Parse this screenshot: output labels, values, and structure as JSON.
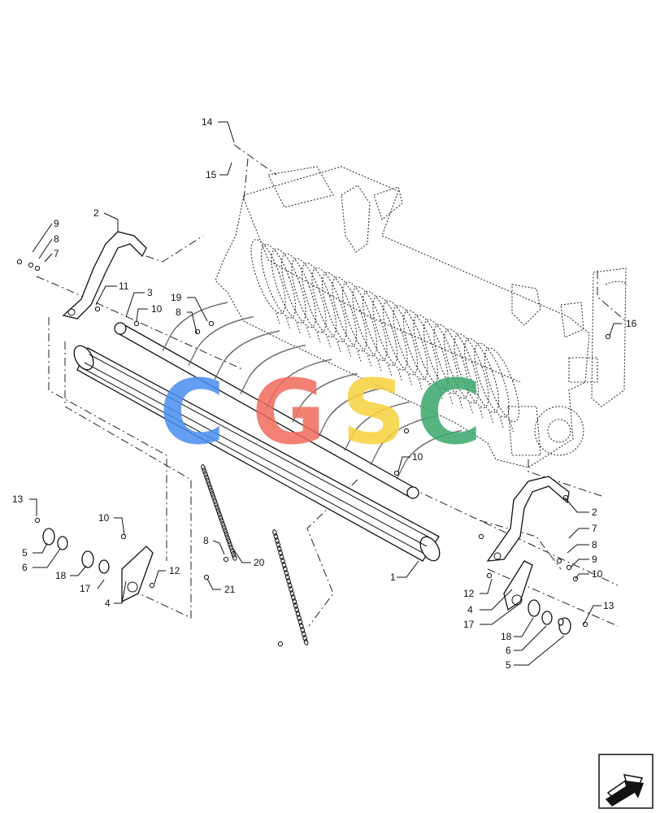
{
  "diagram": {
    "callouts": [
      {
        "id": "c14a",
        "text": "14"
      },
      {
        "id": "c15",
        "text": "15"
      },
      {
        "id": "c9a",
        "text": "9"
      },
      {
        "id": "c8a",
        "text": "8"
      },
      {
        "id": "c7a",
        "text": "7"
      },
      {
        "id": "c2a",
        "text": "2"
      },
      {
        "id": "c11",
        "text": "11"
      },
      {
        "id": "c3",
        "text": "3"
      },
      {
        "id": "c10a",
        "text": "10"
      },
      {
        "id": "c19",
        "text": "19"
      },
      {
        "id": "c8b",
        "text": "8"
      },
      {
        "id": "c16",
        "text": "16"
      },
      {
        "id": "c10b",
        "text": "10"
      },
      {
        "id": "c13a",
        "text": "13"
      },
      {
        "id": "c10c",
        "text": "10"
      },
      {
        "id": "c5a",
        "text": "5"
      },
      {
        "id": "c6a",
        "text": "6"
      },
      {
        "id": "c18a",
        "text": "18"
      },
      {
        "id": "c17a",
        "text": "17"
      },
      {
        "id": "c4a",
        "text": "4"
      },
      {
        "id": "c12a",
        "text": "12"
      },
      {
        "id": "c8c",
        "text": "8"
      },
      {
        "id": "c20",
        "text": "20"
      },
      {
        "id": "c21",
        "text": "21"
      },
      {
        "id": "c1",
        "text": "1"
      },
      {
        "id": "c2b",
        "text": "2"
      },
      {
        "id": "c7b",
        "text": "7"
      },
      {
        "id": "c8d",
        "text": "8"
      },
      {
        "id": "c9b",
        "text": "9"
      },
      {
        "id": "c10d",
        "text": "10"
      },
      {
        "id": "c12b",
        "text": "12"
      },
      {
        "id": "c4b",
        "text": "4"
      },
      {
        "id": "c17b",
        "text": "17"
      },
      {
        "id": "c13b",
        "text": "13"
      },
      {
        "id": "c18b",
        "text": "18"
      },
      {
        "id": "c6b",
        "text": "6"
      },
      {
        "id": "c5b",
        "text": "5"
      }
    ],
    "watermark": {
      "letters": [
        "C",
        "G",
        "S",
        "C"
      ],
      "colors": [
        "#4a8ef0",
        "#f06a5c",
        "#f7d23c",
        "#3aa86a"
      ]
    },
    "nav_icon": "arrow-next-icon"
  }
}
